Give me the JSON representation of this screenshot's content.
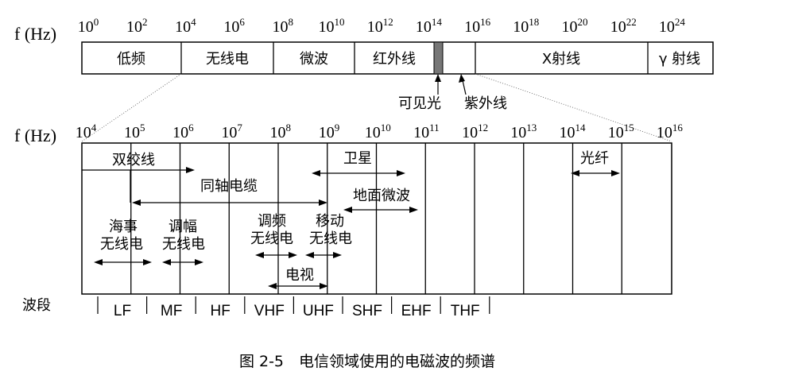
{
  "top": {
    "axis_label": "f (Hz)",
    "exponents": [
      "0",
      "2",
      "4",
      "6",
      "8",
      "10",
      "12",
      "14",
      "16",
      "18",
      "20",
      "22",
      "24"
    ],
    "bands": [
      "低频",
      "无线电",
      "微波",
      "红外线",
      "X射线",
      "γ 射线"
    ],
    "visible_light": "可见光",
    "ultraviolet": "紫外线"
  },
  "detail": {
    "axis_label": "f (Hz)",
    "exponents": [
      "4",
      "5",
      "6",
      "7",
      "8",
      "9",
      "10",
      "11",
      "12",
      "13",
      "14",
      "15",
      "16"
    ],
    "media": {
      "twisted_pair": "双绞线",
      "coax": "同轴电缆",
      "satellite": "卫星",
      "terrestrial_microwave": "地面微波",
      "fiber": "光纤",
      "maritime_radio": [
        "海事",
        "无线电"
      ],
      "am_radio": [
        "调幅",
        "无线电"
      ],
      "fm_radio": [
        "调频",
        "无线电"
      ],
      "mobile_radio": [
        "移动",
        "无线电"
      ],
      "tv": "电视"
    },
    "band_label": "波段",
    "bands": [
      "LF",
      "MF",
      "HF",
      "VHF",
      "UHF",
      "SHF",
      "EHF",
      "THF"
    ]
  },
  "caption": "图 2-5　电信领域使用的电磁波的频谱"
}
